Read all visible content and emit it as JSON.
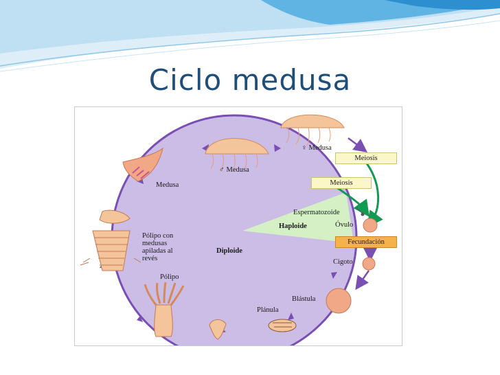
{
  "slide": {
    "title": "Ciclo medusa",
    "colors": {
      "title": "#1f4e79",
      "circle_fill": "#cbbde6",
      "arrow": "#7a4fb4",
      "haploid_fill": "#d4f0c4",
      "green_arrow": "#139a52"
    }
  },
  "diagram": {
    "labels": {
      "medusa_female": "♀ Medusa",
      "medusa_male": "♂ Medusa",
      "medusa_left": "Medusa",
      "meiosis_1": "Meiosis",
      "meiosis_2": "Meiosis",
      "espermatozoide": "Espermatozoide",
      "ovulo": "Óvulo",
      "haploide": "Haploide",
      "fecundacion": "Fecundación",
      "cigoto": "Cigoto",
      "blastula": "Blástula",
      "planula": "Plánula",
      "polipo": "Pólipo",
      "polipo_con_medusas": "Pólipo con medusas apiladas al revés",
      "diploide": "Diploide"
    }
  }
}
